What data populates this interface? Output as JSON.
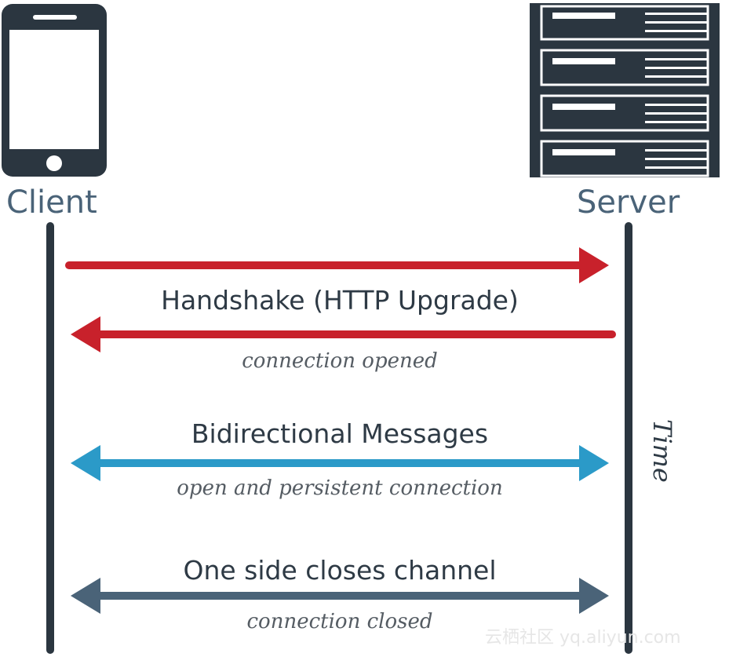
{
  "client": {
    "label": "Client"
  },
  "server": {
    "label": "Server"
  },
  "time_label": "Time",
  "messages": [
    {
      "title": "Handshake (HTTP Upgrade)",
      "subtitle": "connection opened",
      "color": "#c8212b"
    },
    {
      "title": "Bidirectional Messages",
      "subtitle": "open and persistent connection",
      "color": "#2b9ac8"
    },
    {
      "title": "One side closes channel",
      "subtitle": "connection closed",
      "color": "#4a6378"
    }
  ],
  "colors": {
    "dark": "#2b3640",
    "label": "#4a6378"
  },
  "watermark": "云栖社区 yq.aliyun.com"
}
